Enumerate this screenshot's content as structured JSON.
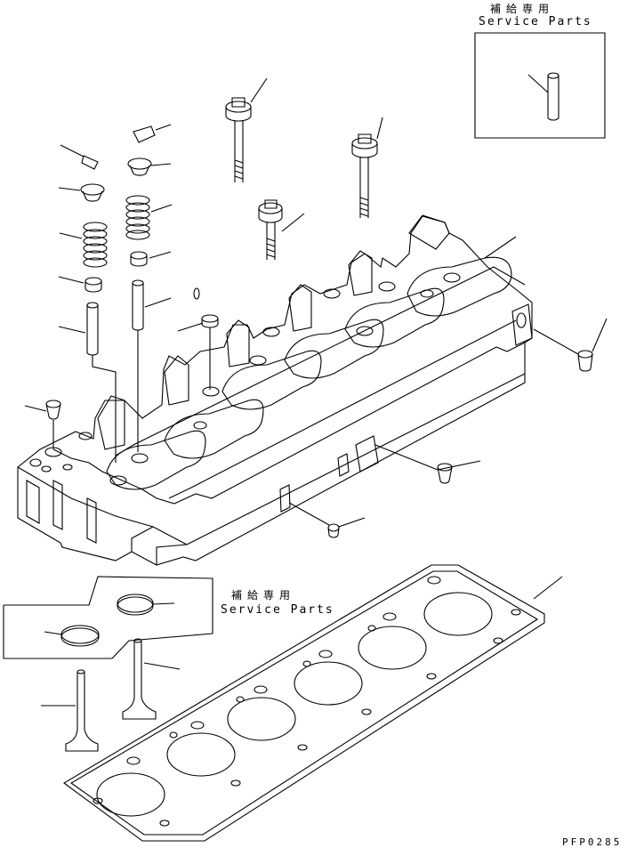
{
  "service_parts_top": {
    "ja": "補給専用",
    "en": "Service Parts"
  },
  "service_parts_bottom": {
    "ja": "補給専用",
    "en": "Service Parts"
  },
  "drawing_code": "PFP0285"
}
